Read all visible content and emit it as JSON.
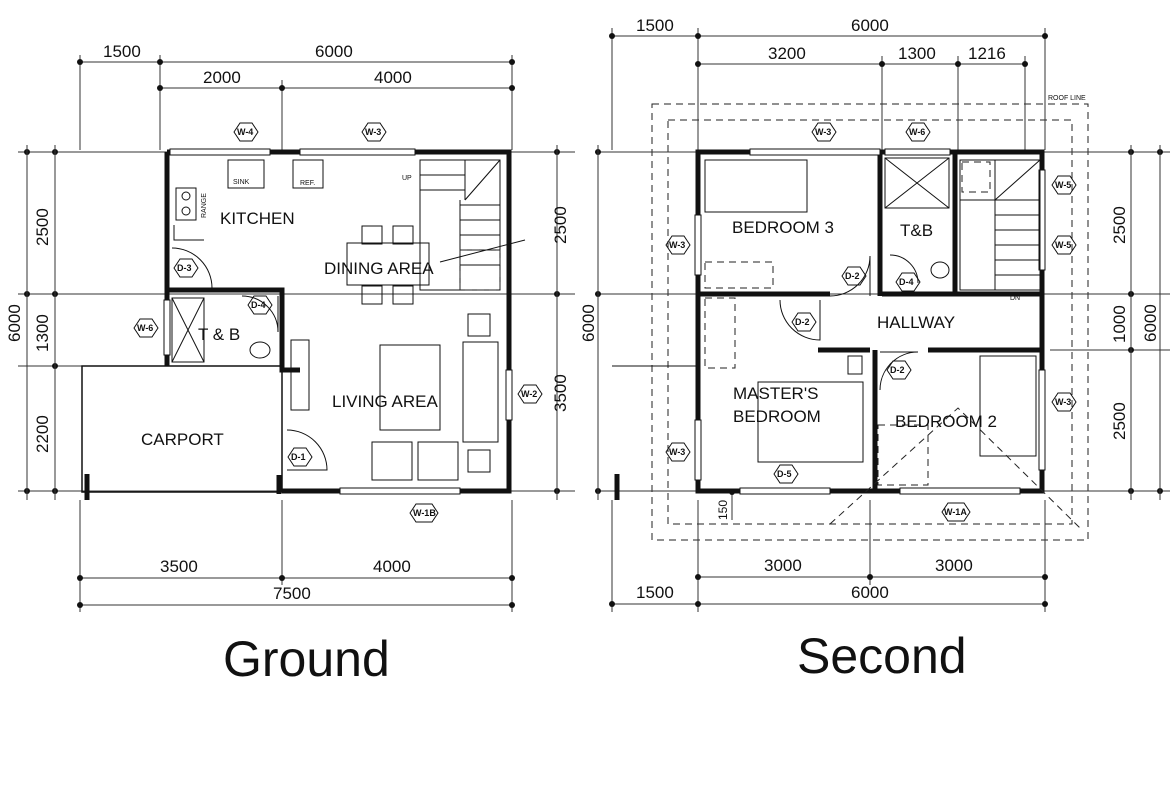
{
  "plans": {
    "ground": {
      "caption": "Ground",
      "top_dims": [
        "1500",
        "6000",
        "2000",
        "4000"
      ],
      "bottom_dims": [
        "3500",
        "4000",
        "7500"
      ],
      "left_dims": [
        "6000",
        "2500",
        "1300",
        "2200"
      ],
      "right_dims": [
        "2500",
        "3500"
      ],
      "rooms": [
        "KITCHEN",
        "DINING AREA",
        "T & B",
        "LIVING AREA",
        "CARPORT"
      ],
      "tags": [
        "W-4",
        "W-3",
        "D-3",
        "D-4",
        "W-6",
        "W-2",
        "D-1",
        "W-1B"
      ],
      "labels": [
        "SINK",
        "REF.",
        "RANGE",
        "UP"
      ]
    },
    "second": {
      "caption": "Second",
      "top_dims": [
        "1500",
        "6000",
        "3200",
        "1300",
        "1216"
      ],
      "bottom_dims": [
        "3000",
        "3000",
        "1500",
        "6000",
        "150"
      ],
      "left_dims": [
        "6000"
      ],
      "right_dims": [
        "2500",
        "1000",
        "2500",
        "6000"
      ],
      "rooms": [
        "BEDROOM 3",
        "T&B",
        "HALLWAY",
        "MASTER'S BEDROOM",
        "BEDROOM 2"
      ],
      "master_lines": [
        "MASTER'S",
        "BEDROOM"
      ],
      "tags": [
        "W-3",
        "W-6",
        "W-5",
        "W-5",
        "W-3",
        "D-2",
        "D-4",
        "D-2",
        "D-2",
        "W-3",
        "W-3",
        "D-5",
        "W-1A"
      ],
      "labels": [
        "ROOF LINE",
        "DN"
      ]
    }
  }
}
